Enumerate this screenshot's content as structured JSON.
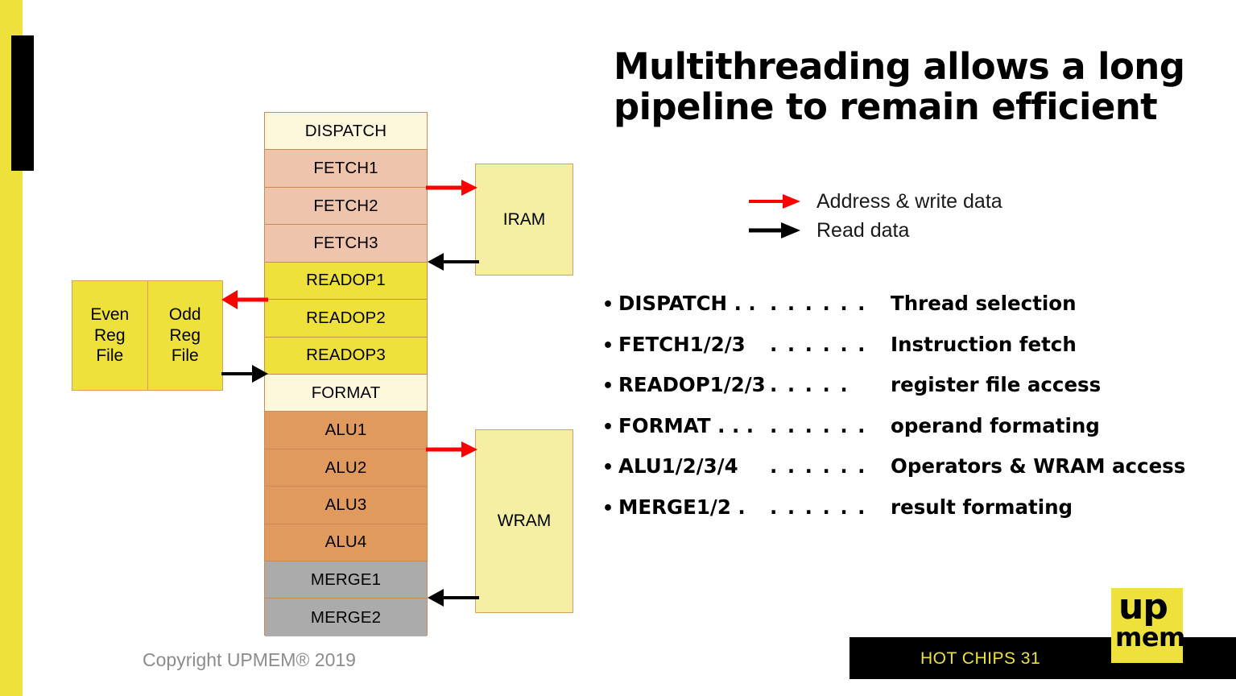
{
  "slide": {
    "title": "Multithreading allows a long pipeline to remain efficient",
    "title_line1": "Multithreading allows a long",
    "title_line2": "pipeline to remain efficient",
    "copyright": "Copyright UPMEM® 2019"
  },
  "pipeline": {
    "stages": [
      {
        "label": "DISPATCH",
        "color": "#FDF8DC",
        "group": "dispatch"
      },
      {
        "label": "FETCH1",
        "color": "#EEC5AC",
        "group": "fetch"
      },
      {
        "label": "FETCH2",
        "color": "#EEC5AC",
        "group": "fetch"
      },
      {
        "label": "FETCH3",
        "color": "#EEC5AC",
        "group": "fetch"
      },
      {
        "label": "READOP1",
        "color": "#EFE13C",
        "group": "readop"
      },
      {
        "label": "READOP2",
        "color": "#EFE13C",
        "group": "readop"
      },
      {
        "label": "READOP3",
        "color": "#EFE13C",
        "group": "readop"
      },
      {
        "label": "FORMAT",
        "color": "#FDF8DC",
        "group": "format"
      },
      {
        "label": "ALU1",
        "color": "#E19A5E",
        "group": "alu"
      },
      {
        "label": "ALU2",
        "color": "#E19A5E",
        "group": "alu"
      },
      {
        "label": "ALU3",
        "color": "#E19A5E",
        "group": "alu"
      },
      {
        "label": "ALU4",
        "color": "#E19A5E",
        "group": "alu"
      },
      {
        "label": "MERGE1",
        "color": "#ABABAB",
        "group": "merge"
      },
      {
        "label": "MERGE2",
        "color": "#ABABAB",
        "group": "merge"
      }
    ]
  },
  "memories": {
    "iram": "IRAM",
    "wram": "WRAM"
  },
  "regfile": {
    "even": [
      "Even",
      "Reg",
      "File"
    ],
    "odd": [
      "Odd",
      "Reg",
      "File"
    ]
  },
  "legend": {
    "items": [
      {
        "label": "Address & write data",
        "color": "#FF0000",
        "icon": "arrow-right-icon"
      },
      {
        "label": "Read data",
        "color": "#000000",
        "icon": "arrow-right-icon"
      }
    ]
  },
  "bullets": [
    {
      "bullet": "•",
      "stage": "DISPATCH . .",
      "dots": ". . . . . .",
      "desc": "Thread selection"
    },
    {
      "bullet": "•",
      "stage": "FETCH1/2/3",
      "dots": ". . . . . .",
      "desc": "Instruction fetch"
    },
    {
      "bullet": "•",
      "stage": "READOP1/2/3",
      "dots": ". . . . .",
      "desc": "register file access"
    },
    {
      "bullet": "•",
      "stage": "FORMAT . . .",
      "dots": ". . . . . .",
      "desc": "operand formating"
    },
    {
      "bullet": "•",
      "stage": "ALU1/2/3/4",
      "dots": ". . . . . .",
      "desc": "Operators & WRAM access"
    },
    {
      "bullet": "•",
      "stage": "MERGE1/2 .",
      "dots": ". . . . . .",
      "desc": "result formating"
    }
  ],
  "footer": {
    "conference": "HOT CHIPS 31",
    "logo_top": "up",
    "logo_bottom": "mem"
  },
  "colors": {
    "brand_yellow": "#EFE13C",
    "logo_yellow": "#EFE13C",
    "write_arrow": "#FF0000",
    "read_arrow": "#000000",
    "memory_fill": "#F4EFA3",
    "border": "#D9A05B"
  }
}
